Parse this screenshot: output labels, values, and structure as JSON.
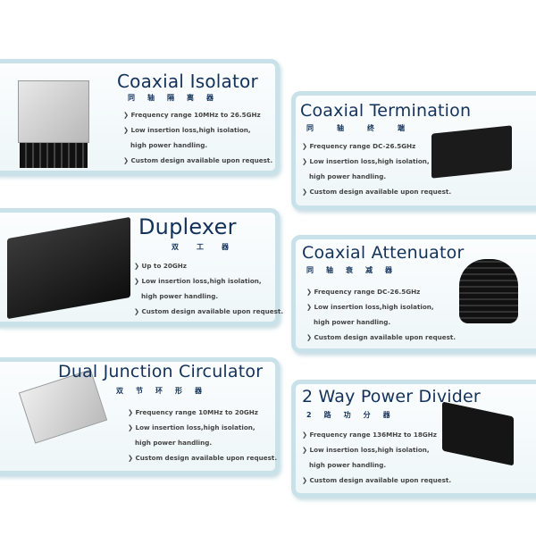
{
  "products": [
    {
      "title": "Coaxial Isolator",
      "cn": "同轴隔离器",
      "features": [
        "❯ Frequency range 10MHz to 26.5GHz",
        "❯ Low insertion loss,high isolation,",
        "   high power handling.",
        "❯ Custom design available upon request."
      ]
    },
    {
      "title": "Coaxial Termination",
      "cn": "同轴终端",
      "features": [
        "❯ Frequency range DC-26.5GHz",
        "❯ Low insertion loss,high isolation,",
        "   high power handling.",
        "❯ Custom design available upon request."
      ]
    },
    {
      "title": "Duplexer",
      "cn": "双工器",
      "features": [
        "❯ Up to 20GHz",
        "❯ Low insertion loss,high isolation,",
        "   high power handling.",
        "❯ Custom design available upon request."
      ]
    },
    {
      "title": "Coaxial Attenuator",
      "cn": "同轴衰减器",
      "features": [
        "❯ Frequency range DC-26.5GHz",
        "❯ Low insertion loss,high isolation,",
        "   high power handling.",
        "❯ Custom design available upon request."
      ]
    },
    {
      "title": "Dual Junction Circulator",
      "cn": "双节环形器",
      "features": [
        "❯ Frequency range 10MHz to 20GHz",
        "❯ Low insertion loss,high isolation,",
        "   high power handling.",
        "❯ Custom design available upon request."
      ]
    },
    {
      "title": "2 Way Power Divider",
      "cn": "2路功分器",
      "features": [
        "❯ Frequency range 136MHz to 18GHz",
        "❯ Low insertion loss,high isolation,",
        "   high power handling.",
        "❯ Custom design available upon request."
      ]
    }
  ]
}
